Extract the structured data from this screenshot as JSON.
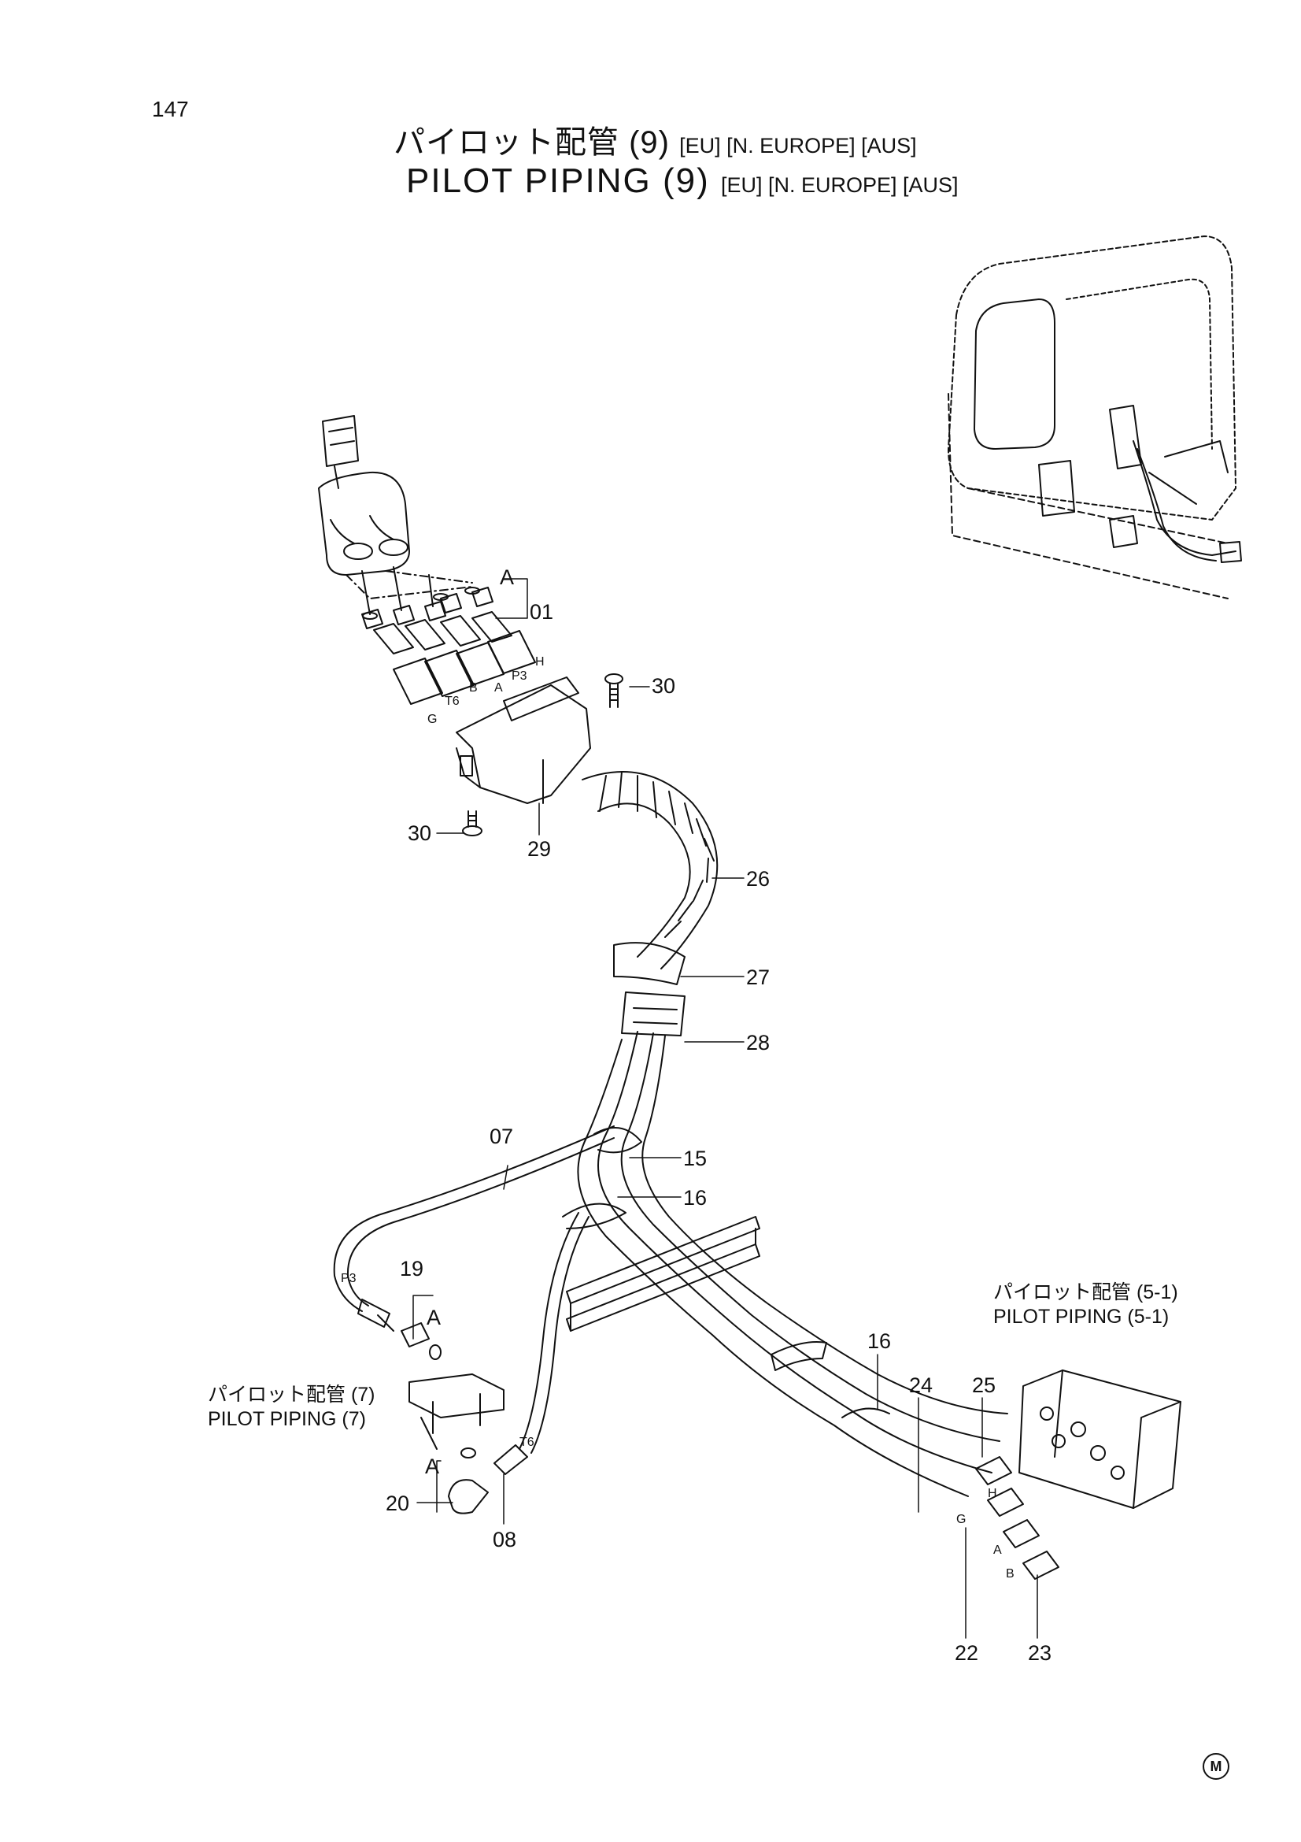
{
  "page": {
    "number": "147",
    "footer_mark": "M"
  },
  "title": {
    "jp_main": "パイロット配管 (9)",
    "en_main": "PILOT  PIPING  (9)",
    "region_tags": "[EU] [N. EUROPE] [AUS]"
  },
  "cross_refs": [
    {
      "jp": "パイロット配管 (5-1)",
      "en": "PILOT  PIPING (5-1)"
    },
    {
      "jp": "パイロット配管 (7)",
      "en": "PILOT  PIPING (7)"
    }
  ],
  "part_numbers": [
    "01",
    "30",
    "30",
    "29",
    "26",
    "27",
    "28",
    "07",
    "15",
    "16",
    "19",
    "08",
    "20",
    "16",
    "24",
    "25",
    "22",
    "23"
  ],
  "reference_letters": [
    "A",
    "A",
    "A"
  ],
  "port_labels": [
    "P3",
    "T6",
    "G",
    "B",
    "A",
    "H",
    "P3",
    "T6",
    "H",
    "G",
    "A",
    "B"
  ]
}
